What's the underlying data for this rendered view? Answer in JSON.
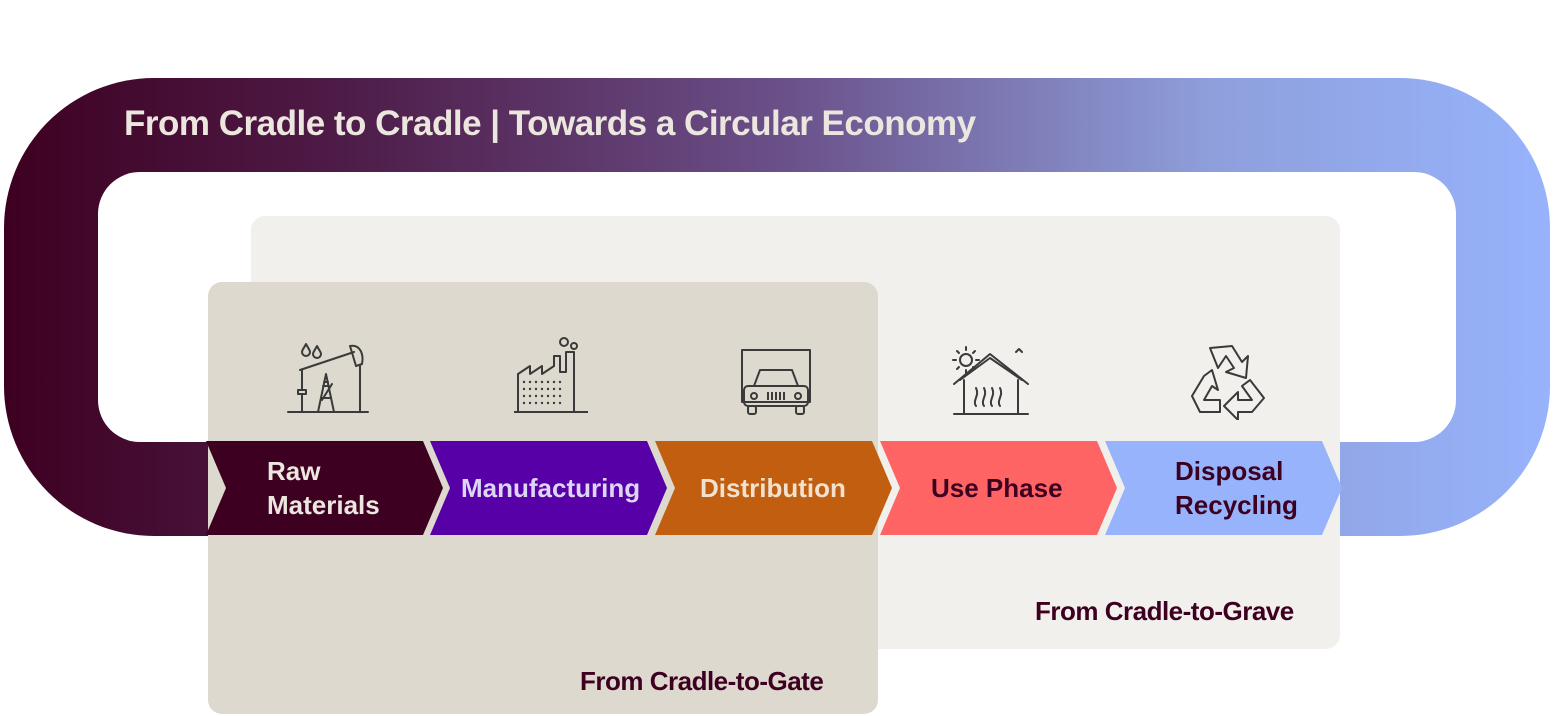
{
  "title": "From Cradle to Cradle | Towards a Circular Economy",
  "stages": [
    {
      "label": "Raw\nMaterials",
      "icon": "oil-pump-icon",
      "fill": "#3e0021",
      "text_color": "#ece7de"
    },
    {
      "label": "Manufacturing",
      "icon": "factory-icon",
      "fill": "#5800a8",
      "text_color": "#ddd6f2"
    },
    {
      "label": "Distribution",
      "icon": "delivery-truck-icon",
      "fill": "#c25e10",
      "text_color": "#f1e2d0"
    },
    {
      "label": "Use Phase",
      "icon": "heated-house-icon",
      "fill": "#ff6464",
      "text_color": "#3e0021"
    },
    {
      "label": "Disposal\nRecycling",
      "icon": "recycle-icon",
      "fill": "#97b3fc",
      "text_color": "#3e0021"
    }
  ],
  "scopes": {
    "gate": "From Cradle-to-Gate",
    "grave": "From Cradle-to-Grave"
  },
  "colors": {
    "ring_start": "#3e0021",
    "ring_end": "#97b3fc",
    "gate_box": "#ddd9ce",
    "grave_box": "#f1f0ec"
  }
}
